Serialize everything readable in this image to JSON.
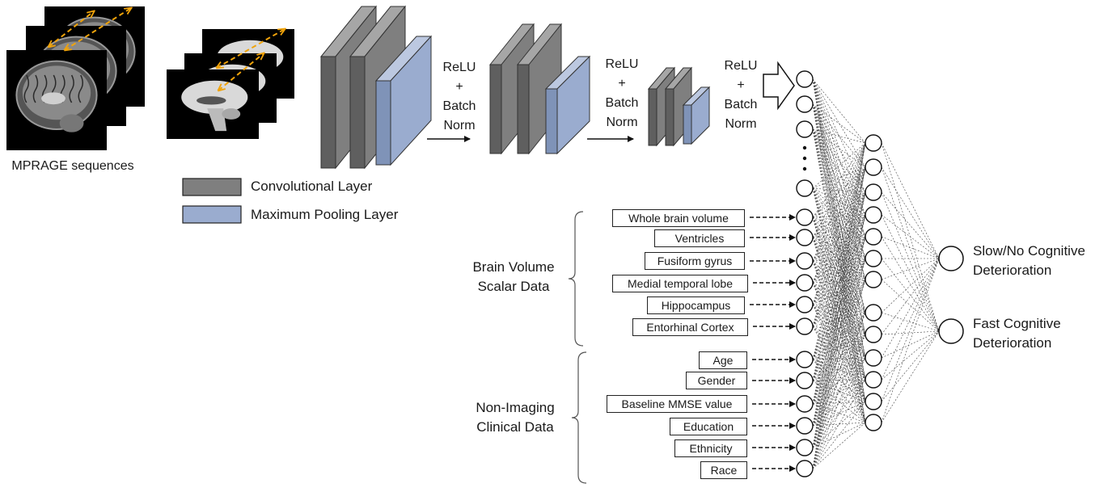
{
  "input": {
    "caption": "MPRAGE sequences"
  },
  "cnn": {
    "stages": [
      {
        "label_line1": "ReLU",
        "label_line2": "+",
        "label_line3": "Batch",
        "label_line4": "Norm"
      },
      {
        "label_line1": "ReLU",
        "label_line2": "+",
        "label_line3": "Batch",
        "label_line4": "Norm"
      },
      {
        "label_line1": "ReLU",
        "label_line2": "+",
        "label_line3": "Batch",
        "label_line4": "Norm"
      }
    ]
  },
  "legend": {
    "items": [
      {
        "label": "Convolutional Layer",
        "color": "#7f7f7f"
      },
      {
        "label": "Maximum Pooling Layer",
        "color": "#9aaccf"
      }
    ]
  },
  "groups": {
    "brain_volume": {
      "line1": "Brain Volume",
      "line2": "Scalar Data"
    },
    "clinical": {
      "line1": "Non-Imaging",
      "line2": "Clinical Data"
    }
  },
  "features": {
    "brain_volume": [
      "Whole brain volume",
      "Ventricles",
      "Fusiform gyrus",
      "Medial temporal lobe",
      "Hippocampus",
      "Entorhinal Cortex"
    ],
    "clinical": [
      "Age",
      "Gender",
      "Baseline MMSE value",
      "Education",
      "Ethnicity",
      "Race"
    ]
  },
  "outputs": [
    {
      "line1": "Slow/No Cognitive",
      "line2": "Deterioration"
    },
    {
      "line1": "Fast Cognitive",
      "line2": "Deterioration"
    }
  ],
  "colors": {
    "conv": "#7f7f7f",
    "conv_dark": "#5f5f5f",
    "conv_top": "#a6a6a6",
    "pool": "#9aaccf",
    "pool_dark": "#7f93b8",
    "pool_top": "#bcc8e0",
    "arrow_orange": "#f0a30a",
    "line": "#222222"
  }
}
